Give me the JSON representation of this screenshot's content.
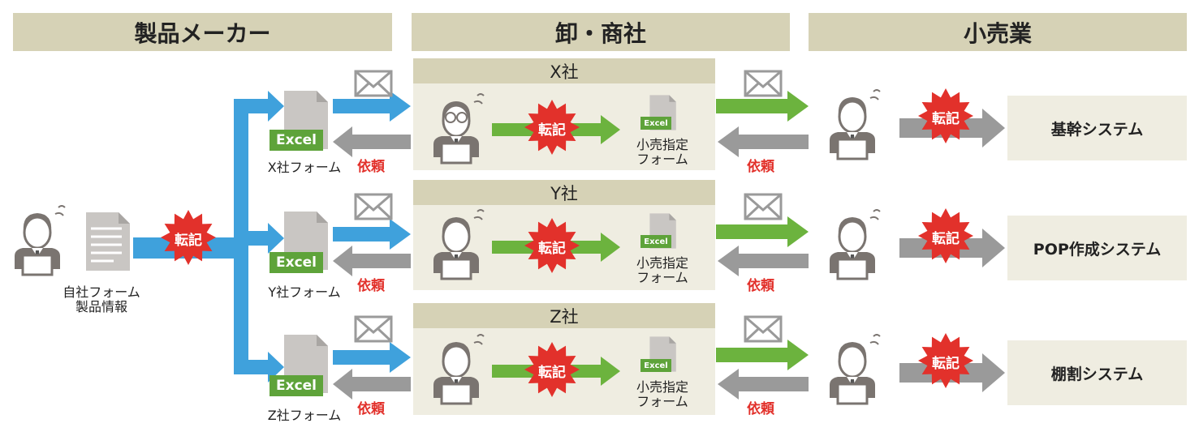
{
  "headers": {
    "maker": "製品メーカー",
    "wholesale": "卸・商社",
    "retail": "小売業"
  },
  "maker_source": {
    "line1": "自社フォーム",
    "line2": "製品情報"
  },
  "stamp_label": "転記",
  "request_label": "依頼",
  "excel_label": "Excel",
  "rows": [
    {
      "company": "X社",
      "maker_form": "X社フォーム",
      "retail_form_line1": "小売指定",
      "retail_form_line2": "フォーム",
      "system": "基幹システム"
    },
    {
      "company": "Y社",
      "maker_form": "Y社フォーム",
      "retail_form_line1": "小売指定",
      "retail_form_line2": "フォーム",
      "system": "POP作成システム"
    },
    {
      "company": "Z社",
      "maker_form": "Z社フォーム",
      "retail_form_line1": "小売指定",
      "retail_form_line2": "フォーム",
      "system": "棚割システム"
    }
  ],
  "colors": {
    "header_bg": "#d6d2b6",
    "panel_bg": "#efede1",
    "blue_arrow": "#3fa1dc",
    "green_arrow": "#6cb33e",
    "gray_arrow": "#9a9a9a",
    "stamp_red": "#e2312b",
    "person_gray": "#7a7470",
    "excel_green": "#5ea33a"
  }
}
